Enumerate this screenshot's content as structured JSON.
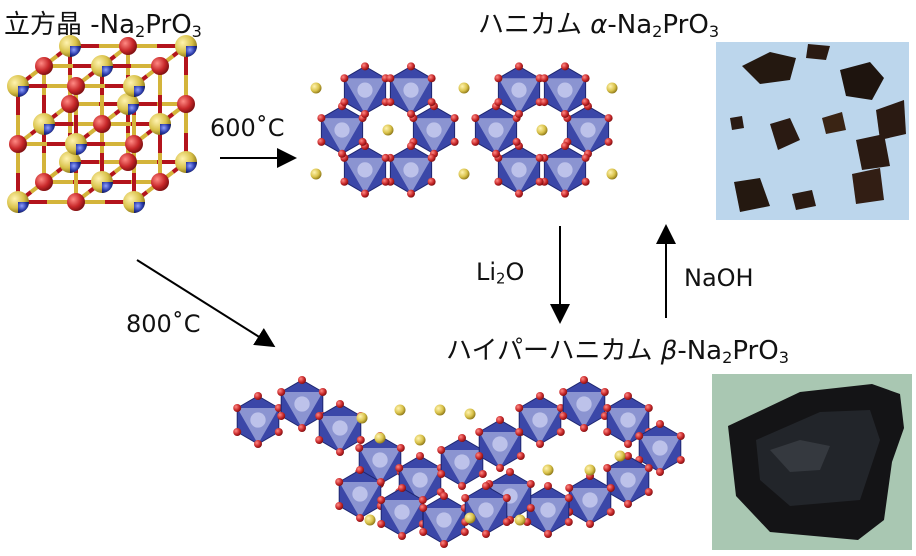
{
  "titles": {
    "cubic": {
      "prefix": "立方晶 -Na",
      "sub1": "2",
      "mid": "PrO",
      "sub2": "3"
    },
    "alpha": {
      "prefix": "ハニカム ",
      "greek": "α",
      "rest": "-Na",
      "sub1": "2",
      "mid": "PrO",
      "sub2": "3"
    },
    "beta": {
      "prefix": "ハイパーハニカム ",
      "greek": "β",
      "rest": "-Na",
      "sub1": "2",
      "mid": "PrO",
      "sub2": "3"
    }
  },
  "conditions": {
    "t600": "600˚C",
    "t800": "800˚C",
    "li2o": {
      "pre": "Li",
      "sub": "2",
      "post": "O"
    },
    "naoh": "NaOH"
  },
  "colors": {
    "octa_face": "#3b47a8",
    "octa_light": "#9aa2d8",
    "oxygen": "#c8282a",
    "sodium": "#d9c24a",
    "bond_red": "#b3141c",
    "bond_yellow": "#d4b43a",
    "photo_alpha_bg": "#bcd6ec",
    "photo_beta_bg": "#a9c7b2"
  }
}
